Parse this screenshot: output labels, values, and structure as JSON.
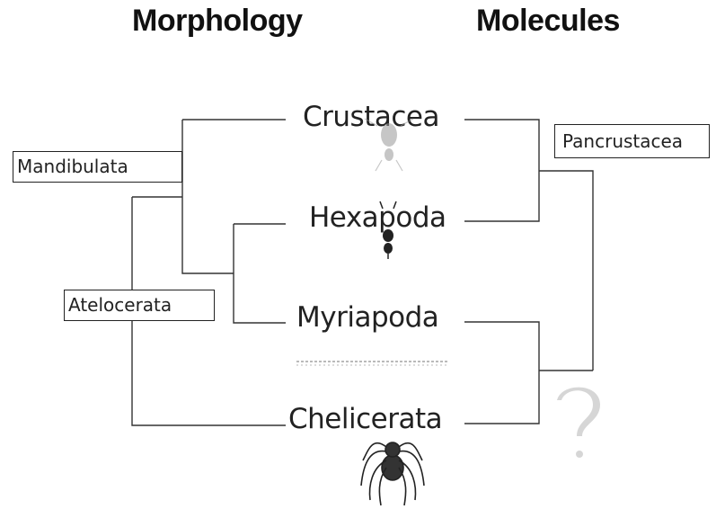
{
  "headings": {
    "left": "Morphology",
    "right": "Molecules"
  },
  "taxa": {
    "crustacea": "Crustacea",
    "hexapoda": "Hexapoda",
    "myriapoda": "Myriapoda",
    "chelicerata": "Chelicerata"
  },
  "clades": {
    "mandibulata": "Mandibulata",
    "atelocerata": "Atelocerata",
    "pancrustacea": "Pancrustacea"
  },
  "colors": {
    "line": "#333333",
    "text": "#222222"
  }
}
